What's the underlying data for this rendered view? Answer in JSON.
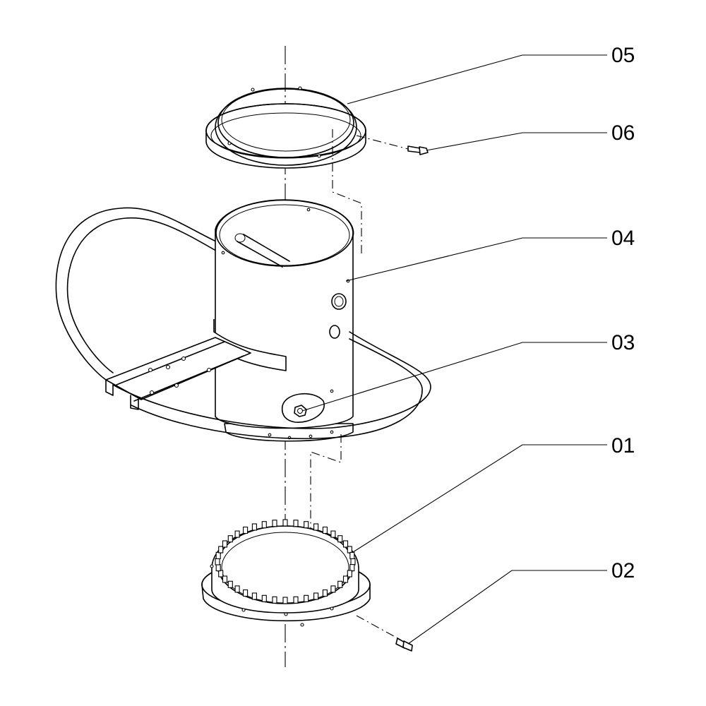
{
  "diagram": {
    "callouts": [
      {
        "id": "05",
        "label": "05"
      },
      {
        "id": "06",
        "label": "06"
      },
      {
        "id": "04",
        "label": "04"
      },
      {
        "id": "03",
        "label": "03"
      },
      {
        "id": "01",
        "label": "01"
      },
      {
        "id": "02",
        "label": "02"
      }
    ]
  }
}
